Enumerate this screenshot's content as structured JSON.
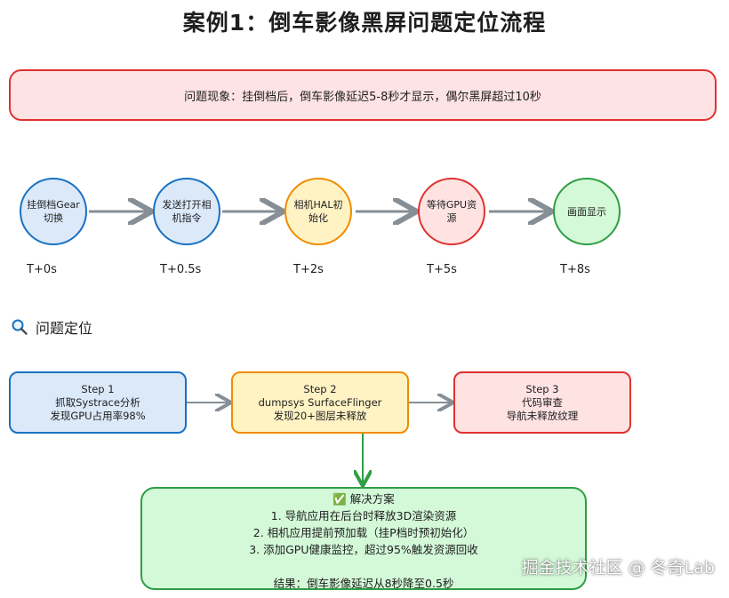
{
  "title": "案例1：倒车影像黑屏问题定位流程",
  "problem": "问题现象：挂倒档后，倒车影像延迟5-8秒才显示，偶尔黑屏超过10秒",
  "timeline": [
    {
      "label": "挂倒档Gear切换",
      "time": "T+0s",
      "color": "blue"
    },
    {
      "label": "发送打开相机指令",
      "time": "T+0.5s",
      "color": "blue"
    },
    {
      "label": "相机HAL初始化",
      "time": "T+2s",
      "color": "yellow"
    },
    {
      "label": "等待GPU资源",
      "time": "T+5s",
      "color": "red"
    },
    {
      "label": "画面显示",
      "time": "T+8s",
      "color": "green"
    }
  ],
  "section": {
    "icon": "magnifier-icon",
    "label": "问题定位"
  },
  "steps": [
    {
      "title": "Step 1",
      "line1": "抓取Systrace分析",
      "line2": "发现GPU占用率98%"
    },
    {
      "title": "Step 2",
      "line1": "dumpsys SurfaceFlinger",
      "line2": "发现20+图层未释放"
    },
    {
      "title": "Step 3",
      "line1": "代码审查",
      "line2": "导航未释放纹理"
    }
  ],
  "solution": {
    "heading": "✅ 解决方案",
    "items": [
      "1. 导航应用在后台时释放3D渲染资源",
      "2. 相机应用提前预加载（挂P档时预初始化）",
      "3. 添加GPU健康监控，超过95%触发资源回收"
    ],
    "result": "结果：倒车影像延迟从8秒降至0.5秒"
  },
  "watermark": "掘金技术社区 @ 冬奇Lab",
  "colors": {
    "blue": "#1971c2",
    "yellow": "#f08c00",
    "red": "#e03131",
    "green": "#2f9e44",
    "arrow": "#868e96"
  }
}
